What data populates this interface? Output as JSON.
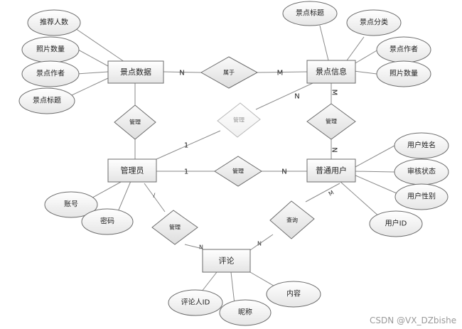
{
  "entities": {
    "scenic_data": "景点数据",
    "scenic_info": "景点信息",
    "admin": "管理员",
    "user": "普通用户",
    "comment": "评论"
  },
  "relationships": {
    "belongs": "属于",
    "manage_left": "管理",
    "manage_right": "管理",
    "manage_middle": "管理",
    "manage_faded": "管理",
    "manage_comment": "管理",
    "query": "查询"
  },
  "attributes": {
    "recommend_count": "推荐人数",
    "photo_count_left": "照片数量",
    "author_left": "景点作者",
    "title_left": "景点标题",
    "info_title": "景点标题",
    "info_category": "景点分类",
    "info_author": "景点作者",
    "info_photo_count": "照片数量",
    "user_name": "用户姓名",
    "review_status": "审核状态",
    "user_gender": "用户性别",
    "user_id": "用户ID",
    "account": "账号",
    "password": "密码",
    "commenter_id": "评论人ID",
    "nickname": "昵称",
    "content": "内容"
  },
  "cardinalities": {
    "scenic_data_belongs": "N",
    "belongs_info": "M",
    "admin_faded": "1",
    "faded_info": "N",
    "info_manage": "M",
    "manage_user_top": "N",
    "admin_manage_mid": "1",
    "manage_user_mid": "N",
    "admin_comment_rel": "/",
    "comment_rel_comment": "N",
    "query_comment": "N",
    "user_query": "M"
  },
  "watermark": "CSDN @VX_DZbishe"
}
